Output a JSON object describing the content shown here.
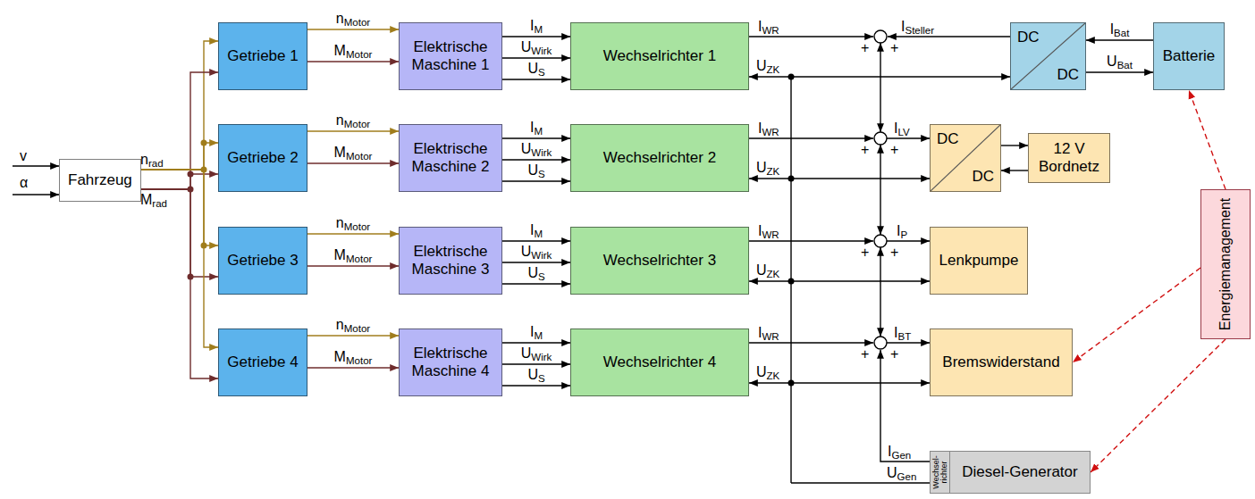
{
  "diagram": {
    "nodes": [
      {
        "text": [
          "Fahrzeug"
        ]
      },
      {
        "text": [
          "Getriebe 1"
        ]
      },
      {
        "text": [
          "Elektrische Maschine 1"
        ]
      },
      {
        "text": [
          "Wechselrichter 1"
        ]
      },
      {
        "text": [
          "DC",
          "DC"
        ]
      },
      {
        "text": [
          "Batterie"
        ]
      },
      {
        "text": [
          "Getriebe 2"
        ]
      },
      {
        "text": [
          "Elektrische Maschine 2"
        ]
      },
      {
        "text": [
          "Wechselrichter 2"
        ]
      },
      {
        "text": [
          "DC",
          "DC"
        ]
      },
      {
        "text": [
          "12 V Bordnetz"
        ]
      },
      {
        "text": [
          "Getriebe 3"
        ]
      },
      {
        "text": [
          "Elektrische Maschine 3"
        ]
      },
      {
        "text": [
          "Wechselrichter 3"
        ]
      },
      {
        "text": [
          "Lenkpumpe"
        ]
      },
      {
        "text": [
          "Getriebe 4"
        ]
      },
      {
        "text": [
          "Elektrische Maschine 4"
        ]
      },
      {
        "text": [
          "Wechselrichter 4"
        ]
      },
      {
        "text": [
          "Bremswiderstand"
        ]
      },
      {
        "text": [
          "Diesel-Generator"
        ]
      },
      {
        "text": [
          "Wechsel- richter"
        ],
        "in": 19
      },
      {
        "text": [
          "Energiemanagement"
        ]
      }
    ],
    "edges": [
      {
        "from": 0,
        "to": 1,
        "arrow": "to"
      },
      {
        "from": 0,
        "to": 1,
        "arrow": "to"
      },
      {
        "from": 1,
        "to": 2,
        "label": "nMotor",
        "arrow": "to"
      },
      {
        "from": 1,
        "to": 2,
        "label": "MMotor",
        "arrow": "to"
      },
      {
        "from": 2,
        "to": 3,
        "label": "IM",
        "arrow": "to"
      },
      {
        "from": 2,
        "to": 3,
        "label": "UWirk",
        "arrow": "to"
      },
      {
        "from": 2,
        "to": 3,
        "label": "US",
        "arrow": "to"
      },
      {
        "from": 0,
        "to": 6,
        "arrow": "to"
      },
      {
        "from": 0,
        "to": 6,
        "arrow": "to"
      },
      {
        "from": 6,
        "to": 7,
        "label": "nMotor",
        "arrow": "to"
      },
      {
        "from": 6,
        "to": 7,
        "label": "MMotor",
        "arrow": "to"
      },
      {
        "from": 7,
        "to": 8,
        "label": "IM",
        "arrow": "to"
      },
      {
        "from": 7,
        "to": 8,
        "label": "UWirk",
        "arrow": "to"
      },
      {
        "from": 7,
        "to": 8,
        "label": "US",
        "arrow": "to"
      },
      {
        "from": 0,
        "to": 11,
        "arrow": "to"
      },
      {
        "from": 0,
        "to": 11,
        "arrow": "to"
      },
      {
        "from": 11,
        "to": 12,
        "label": "nMotor",
        "arrow": "to"
      },
      {
        "from": 11,
        "to": 12,
        "label": "MMotor",
        "arrow": "to"
      },
      {
        "from": 12,
        "to": 13,
        "label": "IM",
        "arrow": "to"
      },
      {
        "from": 12,
        "to": 13,
        "label": "UWirk",
        "arrow": "to"
      },
      {
        "from": 12,
        "to": 13,
        "label": "US",
        "arrow": "to"
      },
      {
        "from": 0,
        "to": 15,
        "arrow": "to"
      },
      {
        "from": 0,
        "to": 15,
        "arrow": "to"
      },
      {
        "from": 15,
        "to": 16,
        "label": "nMotor",
        "arrow": "to"
      },
      {
        "from": 15,
        "to": 16,
        "label": "MMotor",
        "arrow": "to"
      },
      {
        "from": 16,
        "to": 17,
        "label": "IM",
        "arrow": "to"
      },
      {
        "from": 16,
        "to": 17,
        "label": "UWirk",
        "arrow": "to"
      },
      {
        "from": 16,
        "to": 17,
        "label": "US",
        "arrow": "to"
      },
      {
        "from": 5,
        "to": 4,
        "label": "IBat",
        "arrow": "to"
      },
      {
        "from": 4,
        "to": 5,
        "label": "UBat",
        "arrow": "to"
      },
      {
        "from": 9,
        "to": 10,
        "arrow": "to"
      },
      {
        "from": 10,
        "to": 9,
        "arrow": "to"
      },
      {
        "from": 21,
        "to": 5,
        "arrow": "to"
      },
      {
        "from": 21,
        "to": 18,
        "arrow": "to"
      },
      {
        "from": 21,
        "to": 19,
        "arrow": "to"
      }
    ],
    "labels": [
      "v",
      "α",
      "nrad",
      "Mrad",
      "IWR",
      "UZK",
      "+",
      "+",
      "IWR",
      "UZK",
      "+",
      "+",
      "IWR",
      "UZK",
      "+",
      "+",
      "IWR",
      "UZK",
      "+",
      "+",
      "ISteller",
      "ILV",
      "IP",
      "IBT",
      "IGen",
      "UGen"
    ]
  }
}
